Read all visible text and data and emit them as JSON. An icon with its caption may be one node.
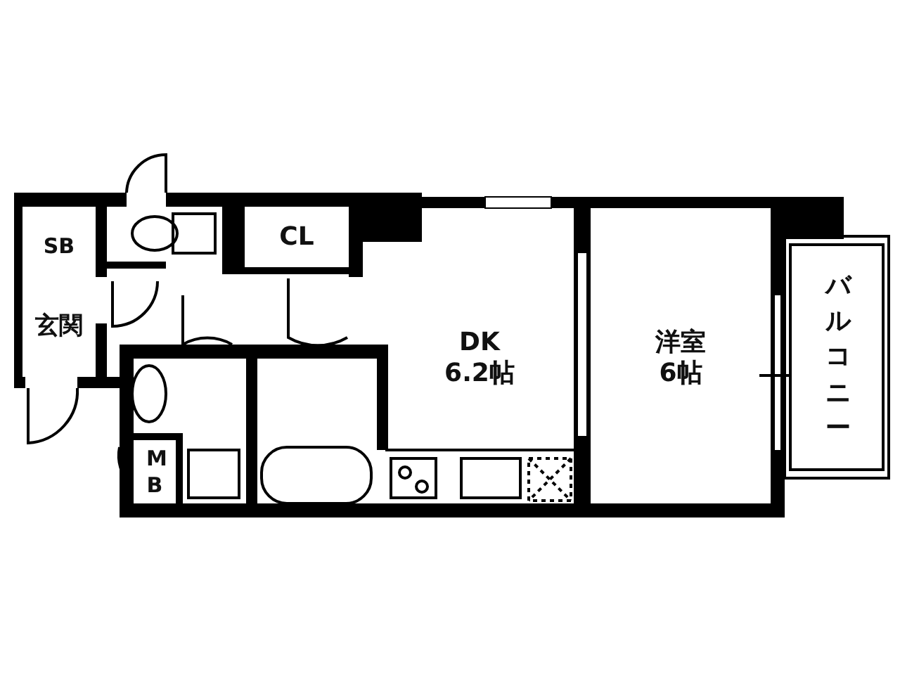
{
  "diagram": {
    "nodes": [
      {
        "text": [
          "SB"
        ]
      },
      {
        "text": [
          "玄関"
        ]
      },
      {
        "text": [
          "CL"
        ]
      },
      {
        "text": [
          "DK",
          "6.2帖"
        ]
      },
      {
        "text": [
          "洋室",
          "6帖"
        ]
      },
      {
        "text": [
          "MB"
        ]
      },
      {
        "text": [
          "バルコニー"
        ]
      }
    ]
  }
}
